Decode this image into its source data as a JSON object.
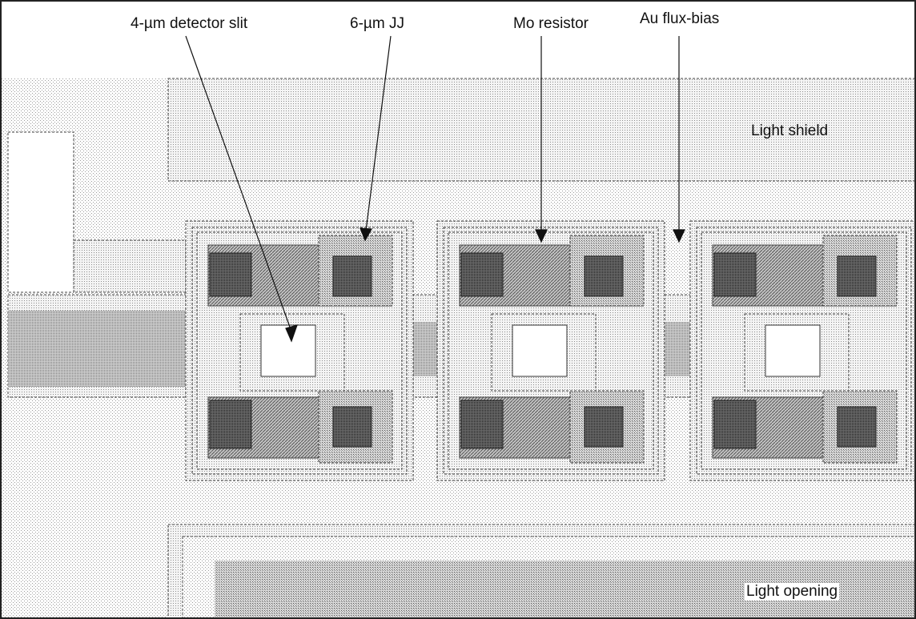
{
  "labels": {
    "detector_slit": "4-µm detector slit",
    "jj": "6-µm JJ",
    "mo_resistor": "Mo resistor",
    "au_flux_bias": "Au flux-bias",
    "light_shield": "Light shield",
    "light_opening": "Light opening"
  },
  "cell_count": 3,
  "colors": {
    "background": "#ffffff",
    "stipple_light": "#b8b8b8",
    "stipple_medium": "#8a8a8a",
    "stipple_dark": "#4a4a4a",
    "via_dark": "#2e2e2e",
    "slit_fill": "#ffffff",
    "outline": "#333333"
  }
}
